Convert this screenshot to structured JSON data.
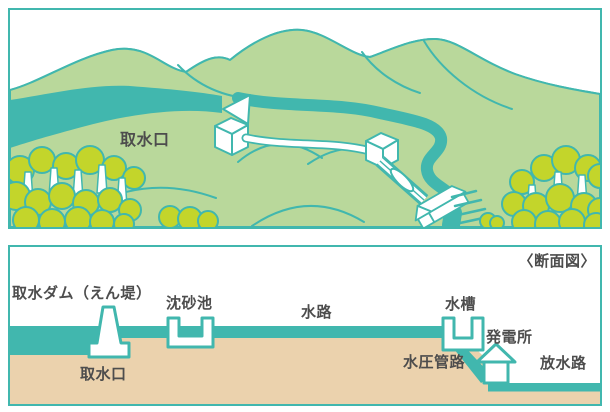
{
  "colors": {
    "teal": "#41b7ae",
    "hill_green": "#b9d89b",
    "tree_green": "#c3d52b",
    "sand": "#ebd2ad",
    "sand_dot": "#c79b63",
    "text": "#4d4d4d"
  },
  "top_panel": {
    "labels": {
      "intake": "取水口"
    }
  },
  "bottom_panel": {
    "title": "〈断面図〉",
    "labels": {
      "intake_dam": "取水ダム（えん堤）",
      "intake": "取水口",
      "settling_basin": "沈砂池",
      "waterway": "水路",
      "head_tank": "水槽",
      "power_station": "発電所",
      "penstock": "水圧管路",
      "tailrace": "放水路"
    }
  }
}
